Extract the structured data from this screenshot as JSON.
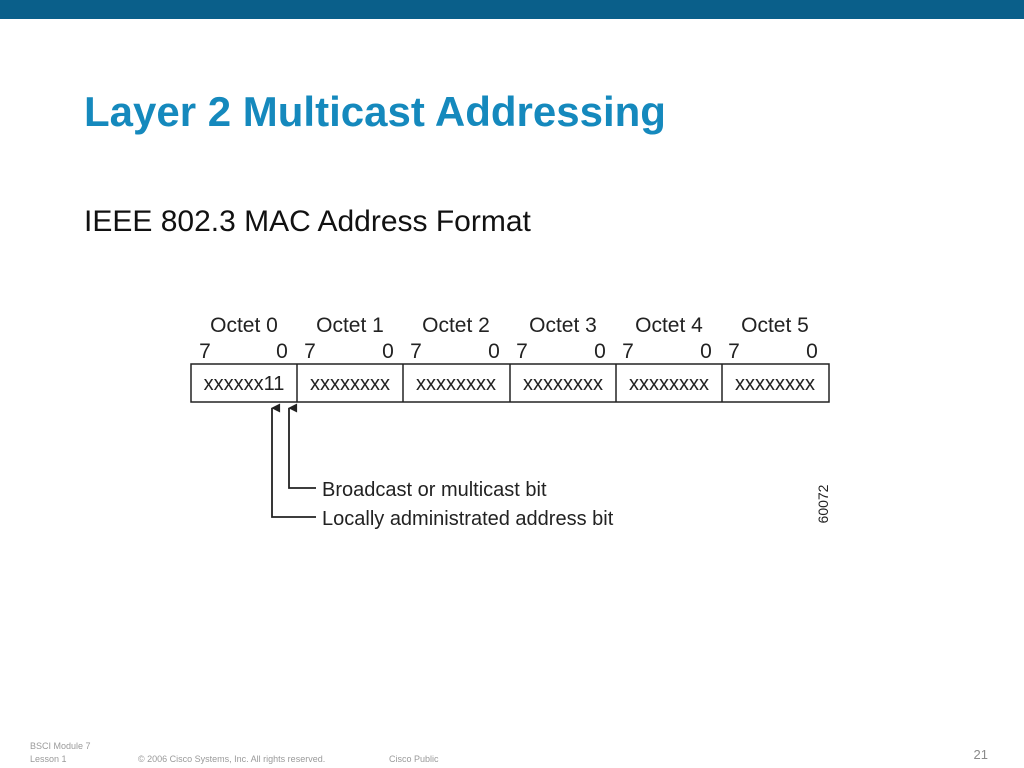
{
  "slide": {
    "title": "Layer 2 Multicast Addressing",
    "subtitle": "IEEE 802.3 MAC Address Format"
  },
  "diagram": {
    "octets": [
      {
        "label": "Octet 0",
        "high_bit": "7",
        "low_bit": "0",
        "value": "xxxxxx11"
      },
      {
        "label": "Octet 1",
        "high_bit": "7",
        "low_bit": "0",
        "value": "xxxxxxxx"
      },
      {
        "label": "Octet 2",
        "high_bit": "7",
        "low_bit": "0",
        "value": "xxxxxxxx"
      },
      {
        "label": "Octet 3",
        "high_bit": "7",
        "low_bit": "0",
        "value": "xxxxxxxx"
      },
      {
        "label": "Octet 4",
        "high_bit": "7",
        "low_bit": "0",
        "value": "xxxxxxxx"
      },
      {
        "label": "Octet 5",
        "high_bit": "7",
        "low_bit": "0",
        "value": "xxxxxxxx"
      }
    ],
    "broadcast_label": "Broadcast or multicast bit",
    "local_label": "Locally administrated address bit",
    "figure_id": "60072"
  },
  "footer": {
    "module": "BSCI Module 7",
    "lesson": "Lesson 1",
    "copyright": "© 2006 Cisco Systems, Inc. All rights reserved.",
    "classification": "Cisco Public",
    "page_number": "21"
  },
  "colors": {
    "top_bar": "#0a5f8a",
    "title": "#1589bd"
  }
}
